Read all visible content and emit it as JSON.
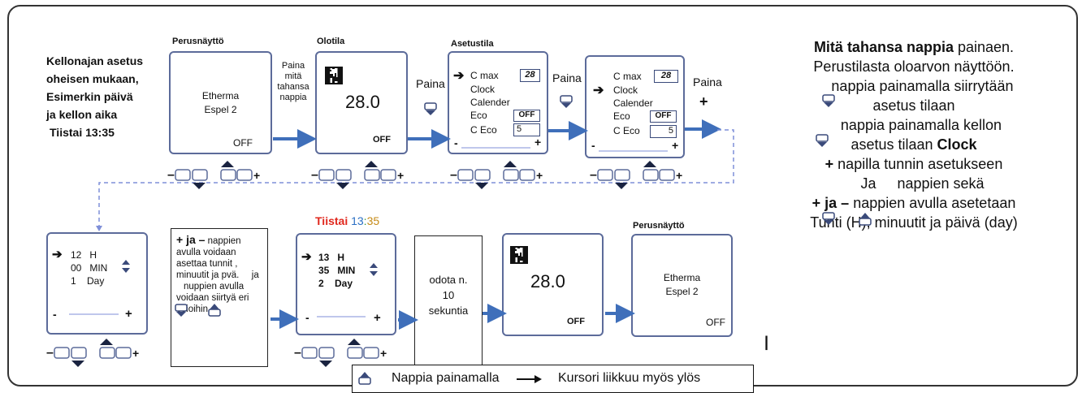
{
  "left_intro": {
    "lines": [
      "Kellonajan asetus",
      "oheisen mukaan,",
      "Esimerkin päivä",
      "ja kellon aika",
      "Tiistai 13:35"
    ]
  },
  "panels": {
    "perus_title": "Perusnäyttö",
    "olotila_title": "Olotila",
    "asetustila_title": "Asetustila",
    "etherma_l1": "Etherma",
    "etherma_l2": "Espel 2",
    "off": "OFF",
    "temp": "28.0",
    "cmax": "C max",
    "cmax_val": "28",
    "clock": "Clock",
    "calender": "Calender",
    "eco": "Eco",
    "eco_val": "OFF",
    "ceco": "C Eco",
    "ceco_val": "5",
    "minus": "-",
    "plus": "+"
  },
  "arrow_labels": {
    "paina_mita": [
      "Paina",
      "mitä",
      "tahansa",
      "nappia"
    ],
    "paina": "Paina",
    "plus": "+"
  },
  "row2": {
    "h_line": "12   H",
    "min_line": "00   MIN",
    "day_line": "1    Day",
    "note": {
      "bold_plus": "+ ja –",
      "t1": " nappien avulla voidaan asettaa tunnit , minuutit ja pvä.",
      "t2": " ja ",
      "t3": "nuppien avulla voidaan siirtyä eri osioihin"
    },
    "tiistai": "Tiistai",
    "hour": "13",
    "colon": ":",
    "minute": "35",
    "h2_line": "13   H",
    "min2_line": "35   MIN",
    "day2_line": "2    Day",
    "wait": [
      "odota n.",
      "10",
      "sekuntia"
    ],
    "perus_title": "Perusnäyttö"
  },
  "right_text": {
    "l1_bold": "Mitä tahansa nappia",
    "l1_rest": " painaen.",
    "l2": "Perustilasta oloarvon näyttöön.",
    "l3": " nappia painamalla  siirrytään",
    "l4": "asetus tilaan",
    "l5": "nappia painamalla kellon",
    "l6": "asetus tilaan ",
    "l6_bold": "Clock",
    "l7_bold": "+",
    "l7": " napilla tunnin asetukseen",
    "l8a": " Ja ",
    "l8b": "  nappien sekä",
    "l9_bold": "+ ja –",
    "l9": "  nappien avulla asetetaan",
    "l10": "Tunti (H), minuutit ja päivä (day)"
  },
  "stray_mark": "|",
  "legend": {
    "press": "Nappia painamalla",
    "cursor": "Kursori liikkuu  myös ylös"
  },
  "colors": {
    "frame_blue": "#5c6b9a",
    "arrow_blue": "#3f6fba",
    "tiistai_red": "#e0281e",
    "hour_blue": "#2b6fc4",
    "colon_green": "#2e9a3a",
    "minute_orange": "#c58a16"
  }
}
